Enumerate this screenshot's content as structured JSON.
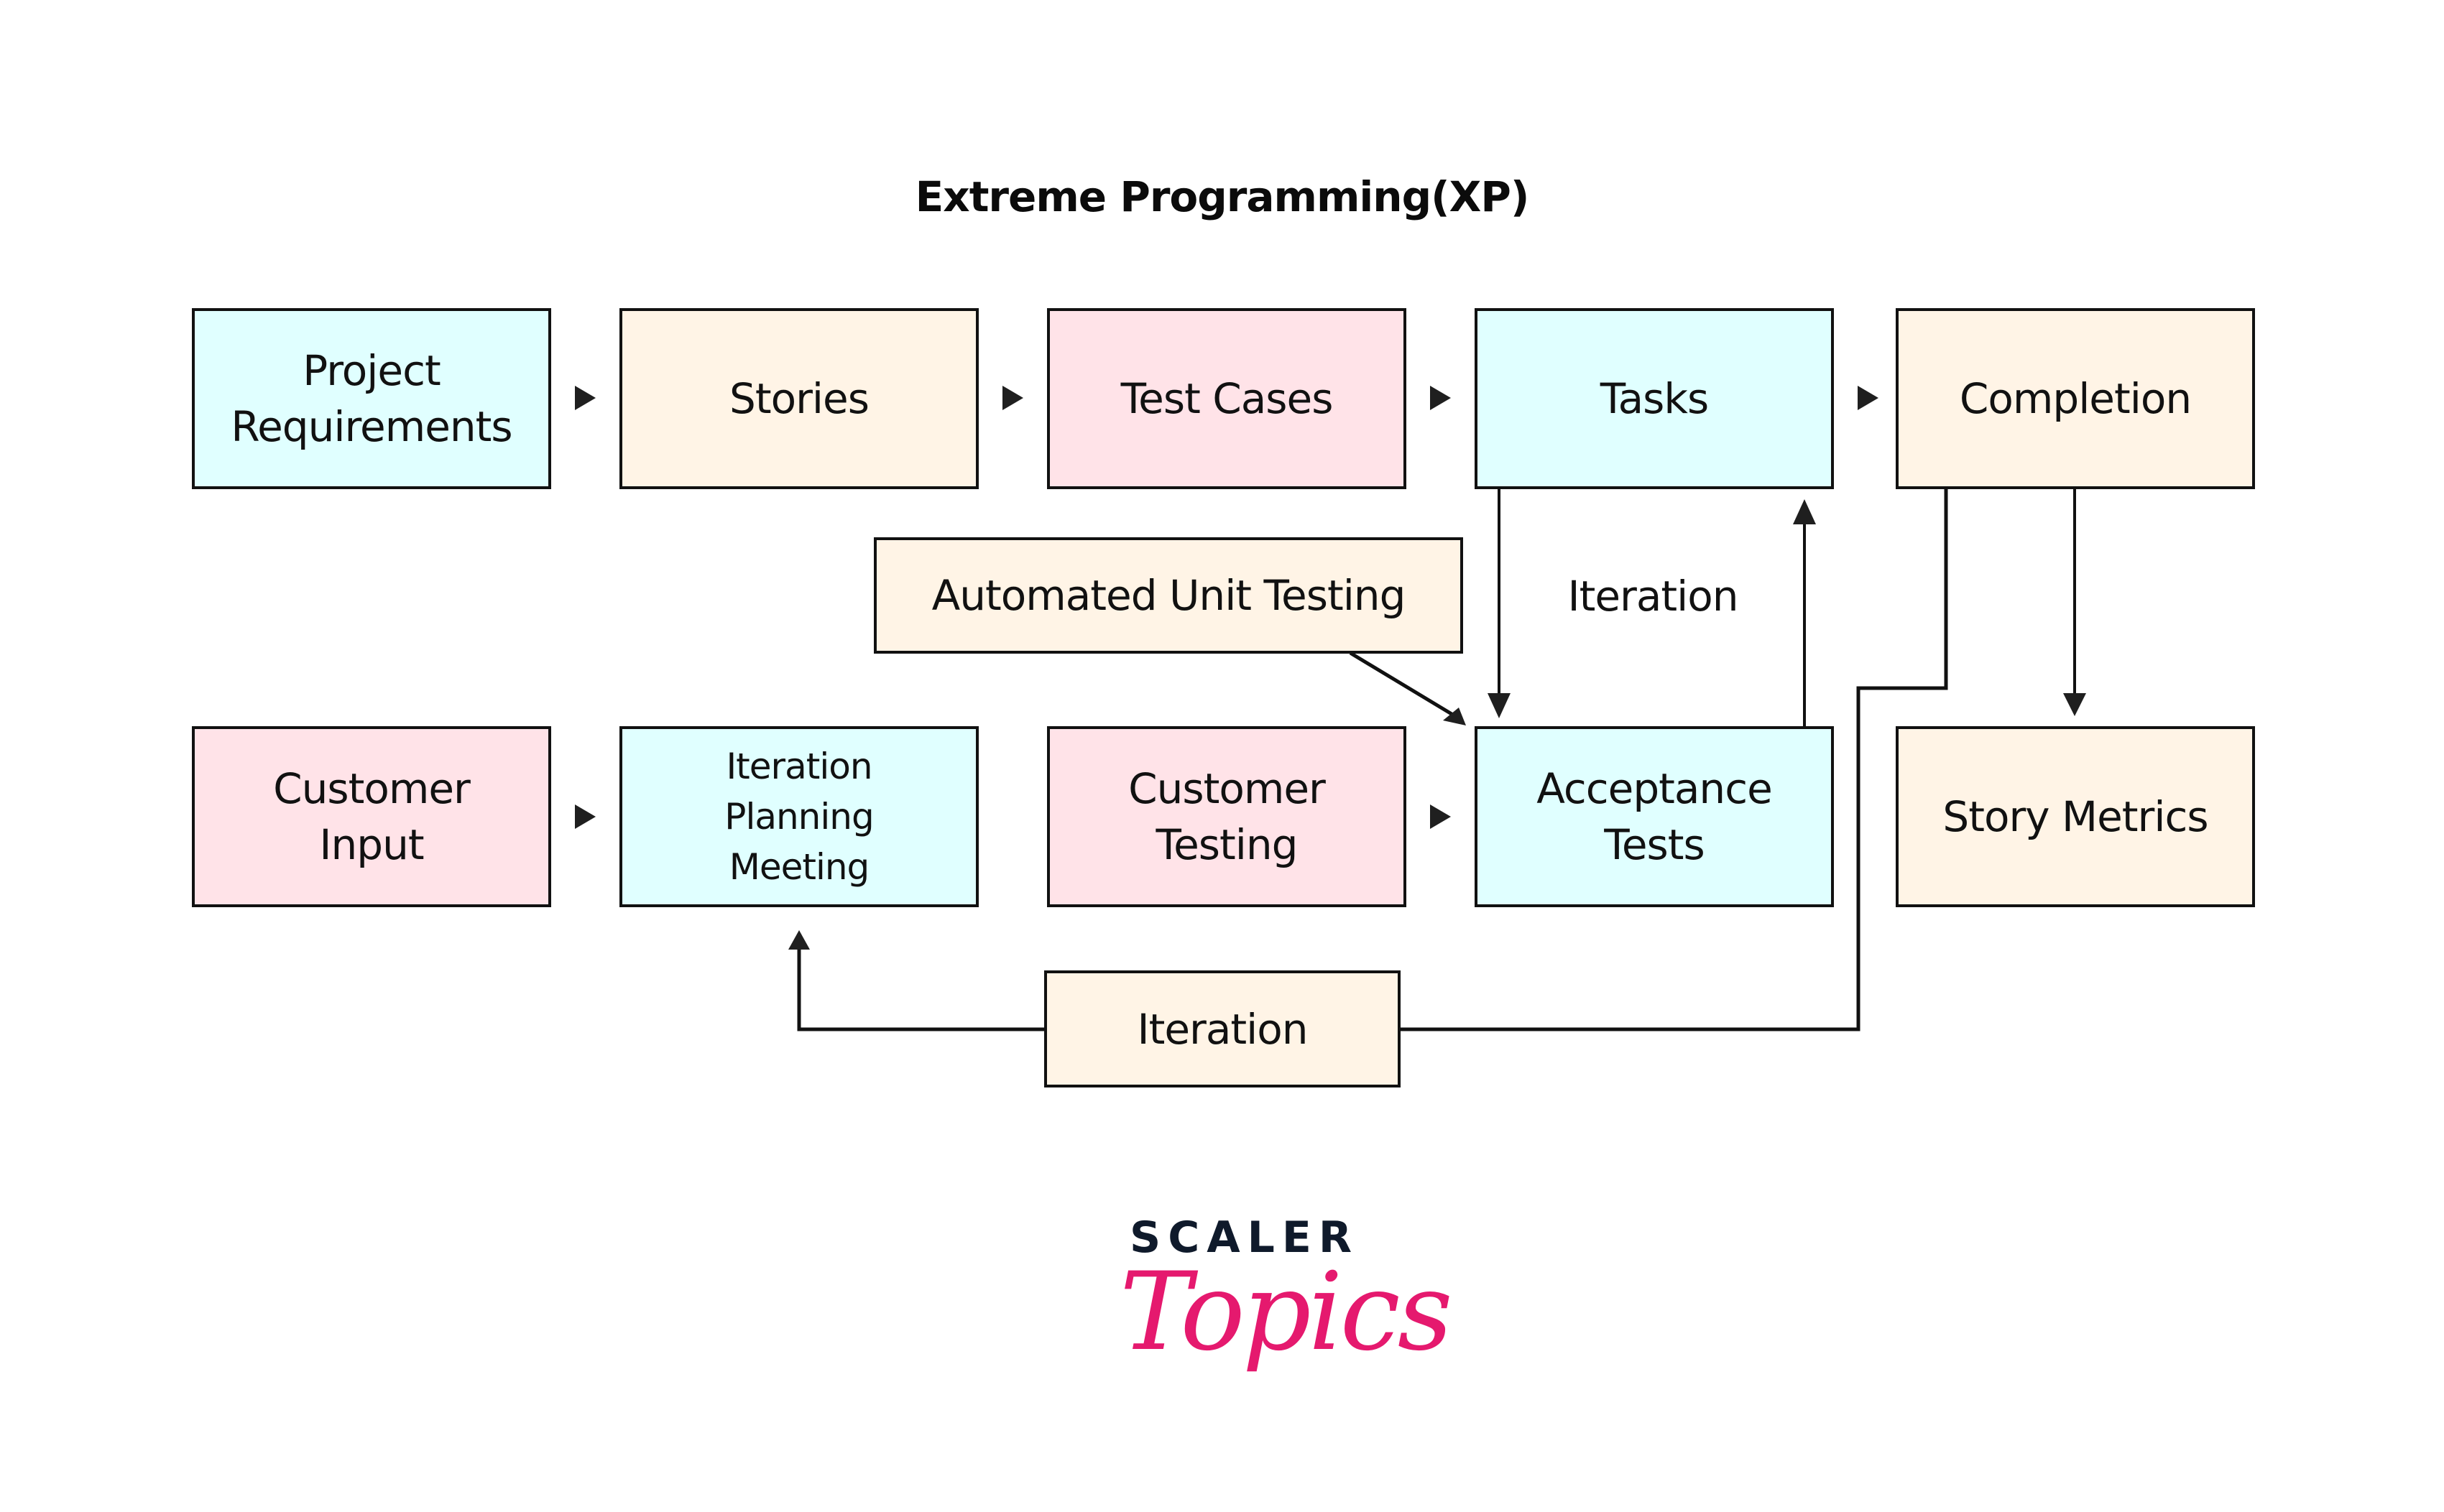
{
  "title": "Extreme Programming(XP)",
  "colors": {
    "cyan": "#E0FFFF",
    "cream": "#FFF4E6",
    "pink": "#FFE3E8",
    "stroke": "#111111",
    "brand_dark": "#0F1A2B",
    "brand_pink": "#E5196E"
  },
  "nodes": {
    "project_requirements": "Project\nRequirements",
    "stories": "Stories",
    "test_cases": "Test Cases",
    "tasks": "Tasks",
    "completion": "Completion",
    "automated_unit_testing": "Automated Unit Testing",
    "iteration_label_mid": "Iteration",
    "customer_input": "Customer\nInput",
    "iteration_planning_meeting": "Iteration\nPlanning\nMeeting",
    "customer_testing": "Customer\nTesting",
    "acceptance_tests": "Acceptance\nTests",
    "story_metrics": "Story Metrics",
    "iteration_bottom": "Iteration"
  },
  "edges": [
    {
      "from": "Project Requirements",
      "to": "Stories"
    },
    {
      "from": "Stories",
      "to": "Test Cases"
    },
    {
      "from": "Test Cases",
      "to": "Tasks"
    },
    {
      "from": "Tasks",
      "to": "Completion"
    },
    {
      "from": "Tasks",
      "to": "Acceptance Tests",
      "label": "Iteration"
    },
    {
      "from": "Acceptance Tests",
      "to": "Tasks",
      "label": "Iteration"
    },
    {
      "from": "Automated Unit Testing",
      "to": "Acceptance Tests"
    },
    {
      "from": "Completion",
      "to": "Story Metrics"
    },
    {
      "from": "Completion",
      "to": "Iteration Planning Meeting",
      "via": "Iteration"
    },
    {
      "from": "Customer Input",
      "to": "Iteration Planning Meeting"
    },
    {
      "from": "Customer Testing",
      "to": "Acceptance Tests"
    }
  ],
  "logo": {
    "line1": "SCALER",
    "line2": "Topics"
  }
}
